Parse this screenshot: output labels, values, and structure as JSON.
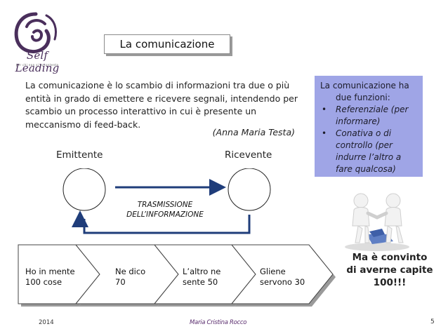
{
  "logo": {
    "text": "Self Leading",
    "subtitle": "per chi non si accontenta"
  },
  "title": "La comunicazione",
  "definition": "La comunicazione è lo scambio di informazioni tra due o più entità in grado di emettere e ricevere segnali, intendendo per scambio un processo interattivo in cui è presente un meccanismo di feed-back.",
  "quote": "(Anna Maria Testa)",
  "functions": {
    "intro_line1": "La comunicazione ha",
    "intro_line2": "due funzioni:",
    "items": [
      "Referenziale (per informare)",
      "Conativa o di controllo (per indurre l’altro a fare qualcosa)"
    ]
  },
  "diagram": {
    "sender": "Emittente",
    "receiver": "Ricevente",
    "transmission_line1": "TRASMISSIONE",
    "transmission_line2": "DELL’INFORMAZIONE"
  },
  "steps": [
    {
      "line1": "Ho in mente",
      "line2": "100 cose"
    },
    {
      "line1": "Ne dico",
      "line2": "70"
    },
    {
      "line1": "L’altro ne",
      "line2": "sente 50"
    },
    {
      "line1": "Gliene",
      "line2": "servono 30"
    }
  ],
  "conclusion": {
    "line1": "Ma è convinto",
    "line2": "di averne capite",
    "line3": "100!!!"
  },
  "footer": {
    "year": "2014",
    "author": "Maria Cristina Rocco",
    "page": "5"
  },
  "colors": {
    "functions_bg": "#9fa5e6",
    "arrow": "#1f3d7a",
    "chevron_fill": "#ffffff",
    "chevron_shadow": "#9a9a9a",
    "logo": "#4a2f5c"
  }
}
